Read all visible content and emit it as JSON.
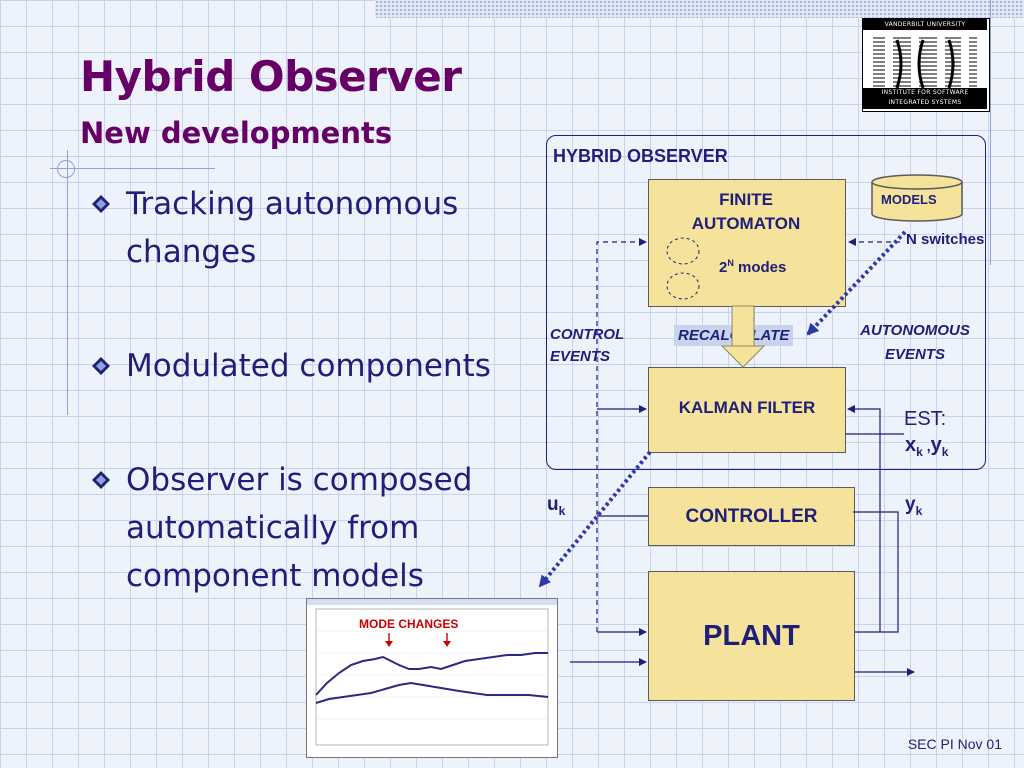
{
  "slide": {
    "title": "Hybrid Observer",
    "subtitle": "New developments",
    "bullets": [
      "Tracking autonomous changes",
      "Modulated components",
      "Observer is composed automatically from component models"
    ],
    "footer": "SEC PI  Nov 01"
  },
  "logo": {
    "top_text": "VANDERBILT UNIVERSITY",
    "bottom_line1": "INSTITUTE FOR SOFTWARE",
    "bottom_line2": "INTEGRATED SYSTEMS"
  },
  "diagram": {
    "observer_title": "HYBRID OBSERVER",
    "finite_automaton": "FINITE AUTOMATON",
    "modes_base": "2",
    "modes_exp": "N",
    "modes_suffix": " modes",
    "models": "MODELS",
    "n_switches": "N switches",
    "control_events": "CONTROL EVENTS",
    "recalculate": "RECALCULATE",
    "autonomous_events": "AUTONOMOUS EVENTS",
    "kalman_filter": "KALMAN FILTER",
    "est": "EST:",
    "xk": "x",
    "yk": "y",
    "k": "k",
    "comma": " ,",
    "uk": "u",
    "controller": "CONTROLLER",
    "plant": "PLANT"
  },
  "plot": {
    "annotation": "MODE CHANGES"
  },
  "colors": {
    "title": "#660066",
    "text": "#1f1f7a",
    "box_fill": "#f5e39b",
    "arrow_dotted": "#2b3aa8",
    "mode_change": "#cc0000"
  }
}
